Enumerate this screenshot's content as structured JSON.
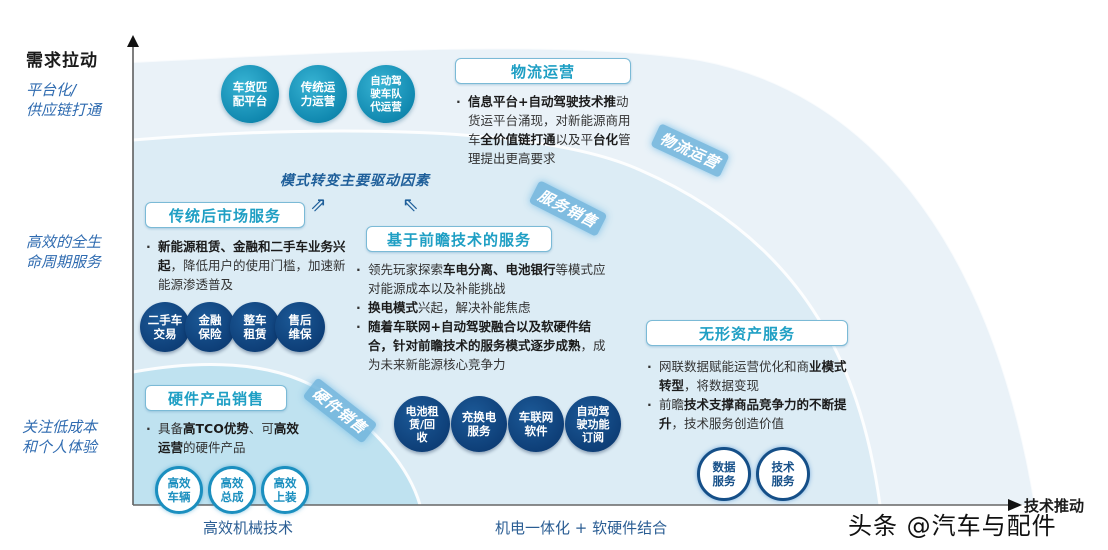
{
  "axes": {
    "y_title": "需求拉动",
    "x_title": "技术推动",
    "y_levels": [
      {
        "label_line1": "平台化/",
        "label_line2": "供应链打通"
      },
      {
        "label_line1": "高效的全生",
        "label_line2": "命周期服务"
      },
      {
        "label_line1": "关注低成本",
        "label_line2": "和个人体验"
      }
    ],
    "x_levels": [
      "高效机械技术",
      "机电一体化 + 软硬件结合"
    ]
  },
  "bands": [
    {
      "name": "硬件销售",
      "color": "#bfe3f1"
    },
    {
      "name": "服务销售",
      "color": "#dcedf6"
    },
    {
      "name": "物流运营",
      "color": "#e9f2f8"
    }
  ],
  "driver_title": "模式转变主要驱动因素",
  "sections": {
    "logistics": {
      "title": "物流运营",
      "bullets": [
        {
          "pre": "",
          "bold": "信息平台+自动驾驶技术推",
          "post": "动货运平台涌现，对新能源商用车",
          "bold2": "全价值链打通",
          "post2": "以及平",
          "bold3": "台化",
          "post3": "管理提出更高要求"
        }
      ],
      "circles": [
        "车货匹\n配平台",
        "传统运\n力运营",
        "自动驾\n驶车队\n代运营"
      ]
    },
    "aftermarket": {
      "title": "传统后市场服务",
      "bullets": [
        {
          "bold": "新能源租赁、金融和二手车业务兴起",
          "post": "，降低用户的使用门槛，加速新能源渗透普及"
        }
      ],
      "circles": [
        "二手车\n交易",
        "金融\n保险",
        "整车\n租赁",
        "售后\n维保"
      ]
    },
    "frontier": {
      "title": "基于前瞻技术的服务",
      "bullets": [
        {
          "pre": "领先玩家探索",
          "bold": "车电分离、电池银行",
          "post": "等模式应对能源成本以及补能挑战"
        },
        {
          "bold": "换电模式",
          "post": "兴起，解决补能焦虑"
        },
        {
          "bold": "随着车联网+自动驾驶融合以及软硬件结合，针对前瞻技术的服务模式逐步成熟",
          "post": "，成为未来新能源核心竞争力"
        }
      ],
      "circles": [
        "电池租\n赁/回\n收",
        "充换电\n服务",
        "车联网\n软件",
        "自动驾\n驶功能\n订阅"
      ]
    },
    "intangible": {
      "title": "无形资产服务",
      "bullets": [
        {
          "pre": "网联数据赋能运营优化和商",
          "bold": "业模式转型",
          "post": "，将数据变现"
        },
        {
          "pre": "前瞻",
          "bold": "技术支撑商品竞争力的不断提升",
          "post": "，技术服务创造价值"
        }
      ],
      "circles": [
        "数据\n服务",
        "技术\n服务"
      ]
    },
    "hardware": {
      "title": "硬件产品销售",
      "bullets": [
        {
          "pre": "具备",
          "bold": "高TCO优势",
          "post": "、可",
          "bold2": "高效运营",
          "post2": "的硬件产品"
        }
      ],
      "circles": [
        "高效\n车辆",
        "高效\n总成",
        "高效\n上装"
      ]
    }
  },
  "watermark": "头条 @汽车与配件"
}
